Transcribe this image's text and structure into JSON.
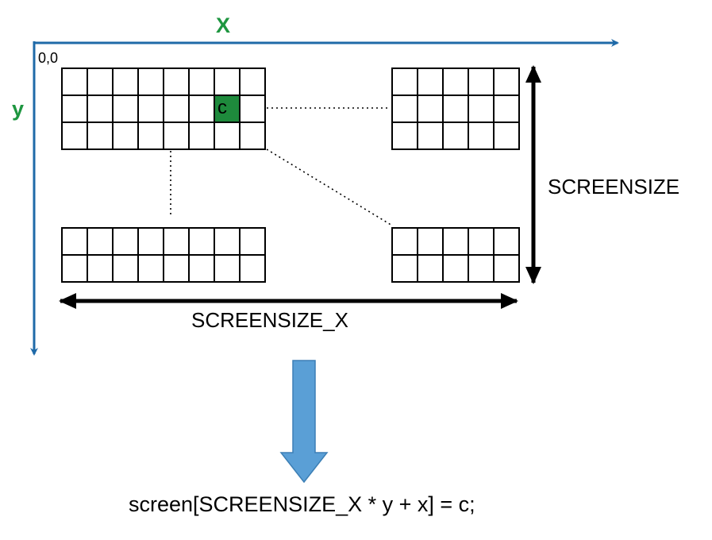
{
  "labels": {
    "x_axis": "X",
    "y_axis": "y",
    "origin": "0,0",
    "cell": "c",
    "height_dimension": "SCREENSIZE",
    "width_dimension": "SCREENSIZE_X",
    "formula": "screen[SCREENSIZE_X * y + x] = c;"
  },
  "colors": {
    "axis": "#1f6aa8",
    "axis_label": "#1e9640",
    "highlight_cell": "#1e8a3c",
    "arrow_fill": "#5a9fd6",
    "arrow_stroke": "#3c7fb5"
  },
  "grids": {
    "top_left": {
      "rows": 3,
      "cols": 8,
      "highlight": {
        "row": 1,
        "col": 6
      }
    },
    "top_right": {
      "rows": 3,
      "cols": 5
    },
    "bottom_left": {
      "rows": 2,
      "cols": 8
    },
    "bottom_right": {
      "rows": 2,
      "cols": 5
    }
  }
}
